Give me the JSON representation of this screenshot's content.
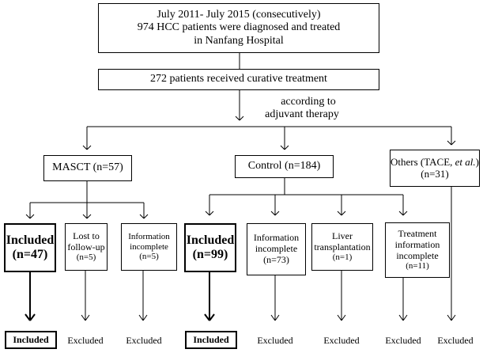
{
  "top_box": {
    "line1": "July 2011- July 2015 (consecutively)",
    "line2": "974 HCC patients were diagnosed and treated",
    "line3": "in Nanfang Hospital"
  },
  "curative_box": {
    "label": "272 patients received curative treatment"
  },
  "adjuvant_note": {
    "line1": "according to",
    "line2": "adjuvant therapy"
  },
  "groups": {
    "mascot": {
      "label": "MASCT (n=57)"
    },
    "control": {
      "label": "Control (n=184)"
    },
    "others": {
      "line1_prefix": "Others (TACE, ",
      "line1_italic": "et al.",
      "line1_suffix": ")",
      "line2": "(n=31)"
    }
  },
  "mascot_subgroups": {
    "included": {
      "line1": "Included",
      "line2": "(n=47)"
    },
    "lost": {
      "line1": "Lost to",
      "line2": "follow-up",
      "line3": "(n=5)"
    },
    "incomplete": {
      "line1": "Information",
      "line2": "incomplete",
      "line3": "(n=5)"
    }
  },
  "control_subgroups": {
    "included": {
      "line1": "Included",
      "line2": "(n=99)"
    },
    "incomplete": {
      "line1": "Information",
      "line2": "incomplete",
      "line3": "(n=73)"
    },
    "liver": {
      "line1": "Liver",
      "line2": "transplantation",
      "line3": "(n=1)"
    },
    "treatment": {
      "line1": "Treatment",
      "line2": "information",
      "line3": "incomplete",
      "line4": "(n=11)"
    }
  },
  "outcomes": {
    "included_1": "Included",
    "excluded_1": "Excluded",
    "excluded_2": "Excluded",
    "included_2": "Included",
    "excluded_3": "Excluded",
    "excluded_4": "Excluded",
    "excluded_5": "Excluded",
    "excluded_6": "Excluded"
  }
}
